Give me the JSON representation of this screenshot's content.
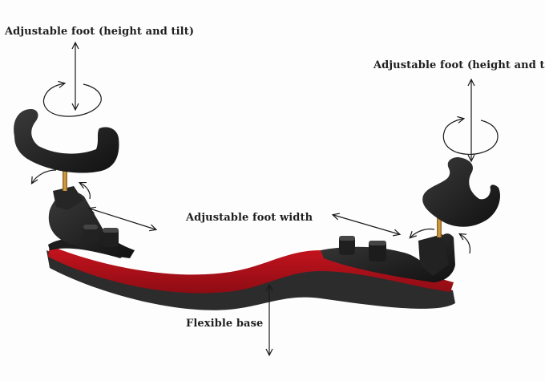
{
  "labels": {
    "foot_left": "Adjustable foot (height and tilt)",
    "foot_right": "Adjustable foot (height and tilt)",
    "foot_width": "Adjustable foot width",
    "base": "Flexible base"
  },
  "colors": {
    "pad_red": "#b5121b",
    "pad_black": "#2b2b2b",
    "plastic": "#1c1c1c",
    "brass": "#b8862e",
    "arrow": "#1a1a1a"
  }
}
